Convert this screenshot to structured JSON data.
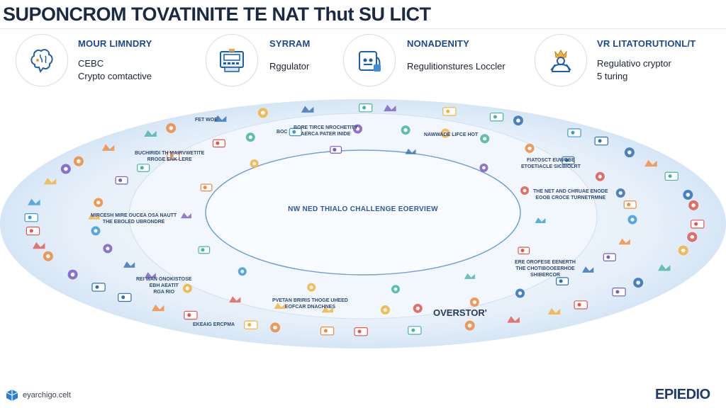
{
  "title": "SUPONCROM TOVATINITE TE NAT Thut SU LICT",
  "categories": [
    {
      "title": "MOUR LIMNDRY",
      "line1": "CEBC",
      "line2": "Crypto comtactive",
      "icon": "brain-icon"
    },
    {
      "title": "SYRRAM",
      "line1": "Rggulator",
      "line2": "",
      "icon": "atm-machine-icon"
    },
    {
      "title": "NONADENITY",
      "line1": "Regulitionstures Loccler",
      "line2": "",
      "icon": "document-robot-icon"
    },
    {
      "title": "VR LITATORUTIONL/T",
      "line1": "Regulativo cryptor",
      "line2": "5 turing",
      "icon": "crown-figure-icon"
    }
  ],
  "diagram": {
    "center_title": "NW NED THIALO CHALLENGE EOERVIEW",
    "overview_label": "OVERSTOR'",
    "ring_labels": [
      "FET WOE",
      "BORE TIRCE NROCHETITY\nAERCA PATER INIDE",
      "NAWWADE LIFCE HOT",
      "BOC",
      "BUCHIRIDI TH MAIRVWETITE\nRROGE ENK LERE",
      "FIATOSCT EUWOBE\nETOETIACLE SICBIOLRT",
      "THE NET AND CHRUAE ENODE\nEOOB CROCE TURNETRMNE",
      "MIRCESH MIRE OUCEA OSA NAUTT\nTHE EBOLED UBRONDRE",
      "ERE OROFESE EENERTH\nTHE CHOTIBOOEERHOE\nSHIBERCOR",
      "REI WAN ONOKISTOSE\nEBH AEATIT\nRGA RIO",
      "PVETAN BRIRIS THOGE UHEED\nEOFCAR DNACHNES",
      "EKEAIG ERCPMA"
    ]
  },
  "footer": {
    "left_text": "eyarchigo.celt",
    "right_brand": "EPIEDIO"
  },
  "colors": {
    "accent": "#1a4b8c",
    "ring_outer": "#e8f1fa",
    "ring_inner": "#f3f8fd",
    "center": "#f7fbff",
    "ring_line": "#7aa6d8"
  }
}
